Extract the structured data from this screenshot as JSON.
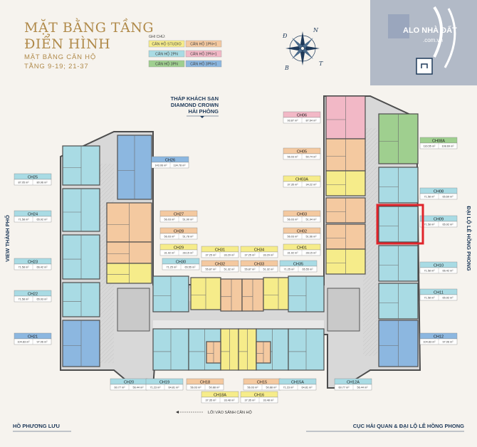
{
  "title": {
    "line1": "MẶT BẰNG TẦNG",
    "line2": "ĐIỂN HÌNH",
    "line3": "MẶT BẰNG CĂN HỘ",
    "line4": "TẦNG 9-19; 21-37"
  },
  "legend": {
    "heading": "GHI CHÚ:",
    "items": [
      {
        "label": "CĂN HỘ STUDIO",
        "color": "#f6ec8a"
      },
      {
        "label": "CĂN HỘ 1PN+1",
        "color": "#f4c9a0"
      },
      {
        "label": "CĂN HỘ 2PN",
        "color": "#a9dbe4"
      },
      {
        "label": "CĂN HỘ 2PN+1",
        "color": "#f2b8c6"
      },
      {
        "label": "CĂN HỘ 3PN",
        "color": "#9fcf8f"
      },
      {
        "label": "CĂN HỘ 3PN+1",
        "color": "#8cb7e0"
      }
    ]
  },
  "compass": {
    "n": "N",
    "d": "Đ",
    "t": "T",
    "b": "B"
  },
  "watermark": {
    "brand": "ALO NHÀ ĐẤT",
    "domain": ".com.vn"
  },
  "streets": {
    "top": {
      "line1": "THÁP KHÁCH SẠN",
      "line2": "DIAMOND CROWN",
      "line3": "HẢI PHÒNG"
    },
    "left": "VIEW THÀNH PHỐ",
    "right": "ĐẠI LỘ LÊ HỒNG PHONG",
    "bottom_left": "HỒ PHƯƠNG LƯU",
    "bottom_right": "CỤC HẢI QUAN & ĐẠI LỘ LÊ HỒNG PHONG",
    "lobby": "LỐI VÀO SẢNH CĂN HỘ"
  },
  "units": [
    {
      "name": "CH06",
      "a1": "93.87 m²",
      "a2": "87.64 m²",
      "color": "#f2b8c6"
    },
    {
      "name": "CH05",
      "a1": "56.03 m²",
      "a2": "50.74 m²",
      "color": "#f4c9a0"
    },
    {
      "name": "CH08A",
      "a1": "116.55 m²",
      "a2": "108.69 m²",
      "color": "#9fcf8f"
    },
    {
      "name": "CH26",
      "a1": "143.06 m²",
      "a2": "134.78 m²",
      "color": "#8cb7e0"
    },
    {
      "name": "CH25",
      "a1": "87.05 m²",
      "a2": "80.96 m²",
      "color": "#a9dbe4"
    },
    {
      "name": "CH03A",
      "a1": "37.35 m²",
      "a2": "34.22 m²",
      "color": "#f6ec8a"
    },
    {
      "name": "CH08",
      "a1": "71.58 m²",
      "a2": "65.69 m²",
      "color": "#a9dbe4"
    },
    {
      "name": "CH27",
      "a1": "56.03 m²",
      "a2": "51.90 m²",
      "color": "#f4c9a0"
    },
    {
      "name": "CH03",
      "a1": "56.03 m²",
      "a2": "51.94 m²",
      "color": "#f4c9a0"
    },
    {
      "name": "CH24",
      "a1": "71.58 m²",
      "a2": "65.92 m²",
      "color": "#a9dbe4"
    },
    {
      "name": "CH09",
      "a1": "71.58 m²",
      "a2": "65.92 m²",
      "color": "#a9dbe4"
    },
    {
      "name": "CH28",
      "a1": "56.03 m²",
      "a2": "51.78 m²",
      "color": "#f4c9a0"
    },
    {
      "name": "CH02",
      "a1": "56.03 m²",
      "a2": "51.66 m²",
      "color": "#f4c9a0"
    },
    {
      "name": "CH29",
      "a1": "31.92 m²",
      "a2": "28.15 m²",
      "color": "#f6ec8a"
    },
    {
      "name": "CH31",
      "a1": "37.25 m²",
      "a2": "33.29 m²",
      "color": "#f6ec8a"
    },
    {
      "name": "CH34",
      "a1": "37.25 m²",
      "a2": "33.29 m²",
      "color": "#f6ec8a"
    },
    {
      "name": "CH01",
      "a1": "31.92 m²",
      "a2": "28.15 m²",
      "color": "#f6ec8a"
    },
    {
      "name": "CH23",
      "a1": "71.58 m²",
      "a2": "66.42 m²",
      "color": "#a9dbe4"
    },
    {
      "name": "CH30",
      "a1": "71.25 m²",
      "a2": "65.55 m²",
      "color": "#a9dbe4"
    },
    {
      "name": "CH32",
      "a1": "55.87 m²",
      "a2": "51.32 m²",
      "color": "#f4c9a0"
    },
    {
      "name": "CH33",
      "a1": "55.87 m²",
      "a2": "51.32 m²",
      "color": "#f4c9a0"
    },
    {
      "name": "CH35",
      "a1": "71.25 m²",
      "a2": "65.55 m²",
      "color": "#a9dbe4"
    },
    {
      "name": "CH10",
      "a1": "71.58 m²",
      "a2": "66.42 m²",
      "color": "#a9dbe4"
    },
    {
      "name": "CH22",
      "a1": "71.58 m²",
      "a2": "65.93 m²",
      "color": "#a9dbe4"
    },
    {
      "name": "CH11",
      "a1": "71.58 m²",
      "a2": "65.92 m²",
      "color": "#a9dbe4"
    },
    {
      "name": "CH21",
      "a1": "104.83 m²",
      "a2": "97.06 m²",
      "color": "#8cb7e0"
    },
    {
      "name": "CH12",
      "a1": "104.83 m²",
      "a2": "97.06 m²",
      "color": "#8cb7e0"
    },
    {
      "name": "CH20",
      "a1": "60.77 m²",
      "a2": "56.44 m²",
      "color": "#a9dbe4"
    },
    {
      "name": "CH19",
      "a1": "71.23 m²",
      "a2": "64.81 m²",
      "color": "#a9dbe4"
    },
    {
      "name": "CH18",
      "a1": "56.03 m²",
      "a2": "50.88 m²",
      "color": "#f4c9a0"
    },
    {
      "name": "CH15",
      "a1": "56.03 m²",
      "a2": "50.88 m²",
      "color": "#f4c9a0"
    },
    {
      "name": "CH15A",
      "a1": "71.23 m²",
      "a2": "64.81 m²",
      "color": "#a9dbe4"
    },
    {
      "name": "CH12A",
      "a1": "60.77 m²",
      "a2": "56.44 m²",
      "color": "#a9dbe4"
    },
    {
      "name": "CH18A",
      "a1": "37.35 m²",
      "a2": "33.48 m²",
      "color": "#f6ec8a"
    },
    {
      "name": "CH16",
      "a1": "37.35 m²",
      "a2": "33.48 m²",
      "color": "#f6ec8a"
    }
  ],
  "colors": {
    "gold": "#b08a4a",
    "navy": "#1f3a5a",
    "wall": "#5a5a5a",
    "corridor": "#dcdcdc",
    "highlight": "#e0242b"
  }
}
